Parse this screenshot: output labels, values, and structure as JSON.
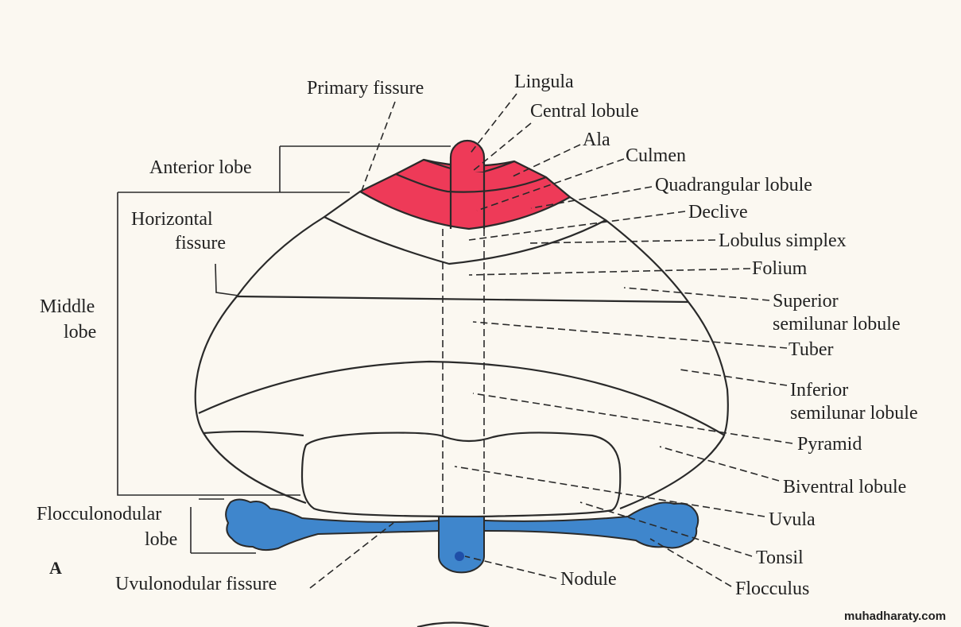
{
  "figure_letter": "A",
  "watermark": "muhadharaty.com",
  "colors": {
    "anterior_lobe": "#ee3a58",
    "flocculonodular_lobe": "#3f86cc",
    "background": "#fbf8f1"
  },
  "labels": {
    "primary_fissure": "Primary fissure",
    "lingula": "Lingula",
    "central_lobule": "Central lobule",
    "ala": "Ala",
    "culmen": "Culmen",
    "quadrangular_lobule": "Quadrangular lobule",
    "declive": "Declive",
    "lobulus_simplex": "Lobulus simplex",
    "folium": "Folium",
    "superior_1": "Superior",
    "superior_2": "semilunar lobule",
    "tuber": "Tuber",
    "inferior_1": "Inferior",
    "inferior_2": "semilunar lobule",
    "pyramid": "Pyramid",
    "biventral_lobule": "Biventral lobule",
    "uvula": "Uvula",
    "tonsil": "Tonsil",
    "flocculus": "Flocculus",
    "nodule": "Nodule",
    "uvulonodular_fissure": "Uvulonodular fissure",
    "anterior_lobe": "Anterior lobe",
    "horizontal_1": "Horizontal",
    "horizontal_2": "fissure",
    "middle_1": "Middle",
    "middle_2": "lobe",
    "flocculonodular_1": "Flocculonodular",
    "flocculonodular_2": "lobe"
  }
}
